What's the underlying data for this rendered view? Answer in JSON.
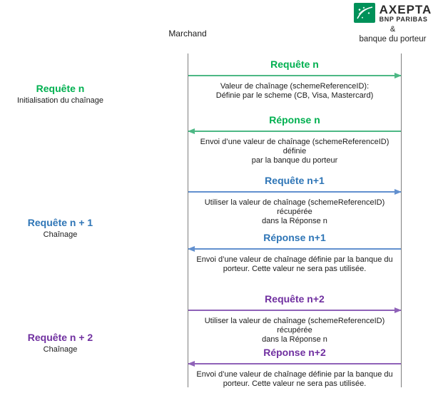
{
  "actors": {
    "left": "Marchand",
    "right_amp": "&",
    "right_bank": "banque du porteur"
  },
  "logo": {
    "brand": "AXEPTA",
    "subbrand": "BNP PARIBAS",
    "icon": "bnp-paribas-green-square-bird",
    "green": "#009159",
    "text_color": "#2b2b2b"
  },
  "colors": {
    "lifeline": "#7f7f7f",
    "text": "#1a1a1a",
    "green_title": "#00b050",
    "green_line": "#4db885",
    "blue_title": "#2e75b6",
    "blue_line": "#6290cf",
    "purple_title": "#7030a0",
    "purple_line": "#8f62b8"
  },
  "phases": [
    {
      "label": "Requête n",
      "sublabel": "Initialisation du chaînage",
      "color": "#00b050"
    },
    {
      "label": "Requête n + 1",
      "sublabel": "Chaînage",
      "color": "#2e75b6"
    },
    {
      "label": "Requête n + 2",
      "sublabel": "Chaînage",
      "color": "#7030a0"
    }
  ],
  "messages": [
    {
      "title": "Requête n",
      "direction": "right",
      "title_color": "#00b050",
      "line_color": "#4db885",
      "desc_line1": "Valeur de chaînage (schemeReferenceID):",
      "desc_line2": "Définie par le scheme (CB, Visa, Mastercard)"
    },
    {
      "title": "Réponse n",
      "direction": "left",
      "title_color": "#00b050",
      "line_color": "#4db885",
      "desc_line1": "Envoi d’une valeur de chaînage (schemeReferenceID) définie",
      "desc_line2": "par la banque du porteur"
    },
    {
      "title": "Requête n+1",
      "direction": "right",
      "title_color": "#2e75b6",
      "line_color": "#6290cf",
      "desc_line1": "Utiliser la valeur de chaînage (schemeReferenceID) récupérée",
      "desc_line2": "dans la Réponse n"
    },
    {
      "title": "Réponse n+1",
      "direction": "left",
      "title_color": "#2e75b6",
      "line_color": "#6290cf",
      "desc_line1": "Envoi d’une valeur de chaînage définie par la banque du",
      "desc_line2": "porteur. Cette valeur ne sera pas utilisée."
    },
    {
      "title": "Requête n+2",
      "direction": "right",
      "title_color": "#7030a0",
      "line_color": "#8f62b8",
      "desc_line1": "Utiliser la valeur de chaînage (schemeReferenceID) récupérée",
      "desc_line2": "dans la Réponse n"
    },
    {
      "title": "Réponse n+2",
      "direction": "left",
      "title_color": "#7030a0",
      "line_color": "#8f62b8",
      "desc_line1": "Envoi d’une valeur de chaînage définie par la banque du",
      "desc_line2": "porteur. Cette valeur ne sera pas utilisée."
    }
  ]
}
